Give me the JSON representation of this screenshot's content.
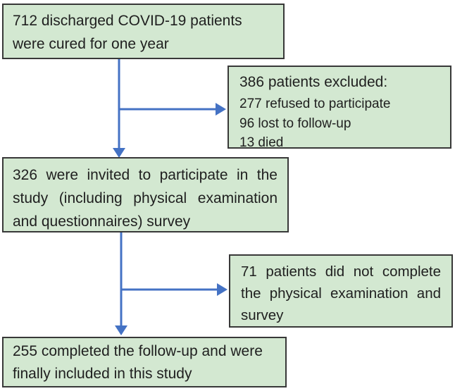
{
  "diagram": {
    "type": "flowchart",
    "colors": {
      "box_fill": "#d3e8d1",
      "box_border": "#383838",
      "arrow_blue": "#4472c4",
      "text": "#1f1f1f",
      "background": "#ffffff"
    },
    "boxes": {
      "top": {
        "lines": [
          "712 discharged COVID-19 patients",
          "were cured for one year"
        ]
      },
      "excluded": {
        "heading": "386 patients excluded:",
        "lines": [
          "277 refused to participate",
          "96 lost to follow-up",
          "13 died"
        ]
      },
      "middle": {
        "lines": [
          "326 were invited to participate in the",
          "study (including physical examination",
          "and questionnaires) survey"
        ]
      },
      "not_completed": {
        "lines": [
          "71 patients did not complete",
          "the physical examination and",
          "survey"
        ]
      },
      "bottom": {
        "lines": [
          "255 completed the follow-up and were",
          "finally included in this study"
        ]
      }
    }
  }
}
